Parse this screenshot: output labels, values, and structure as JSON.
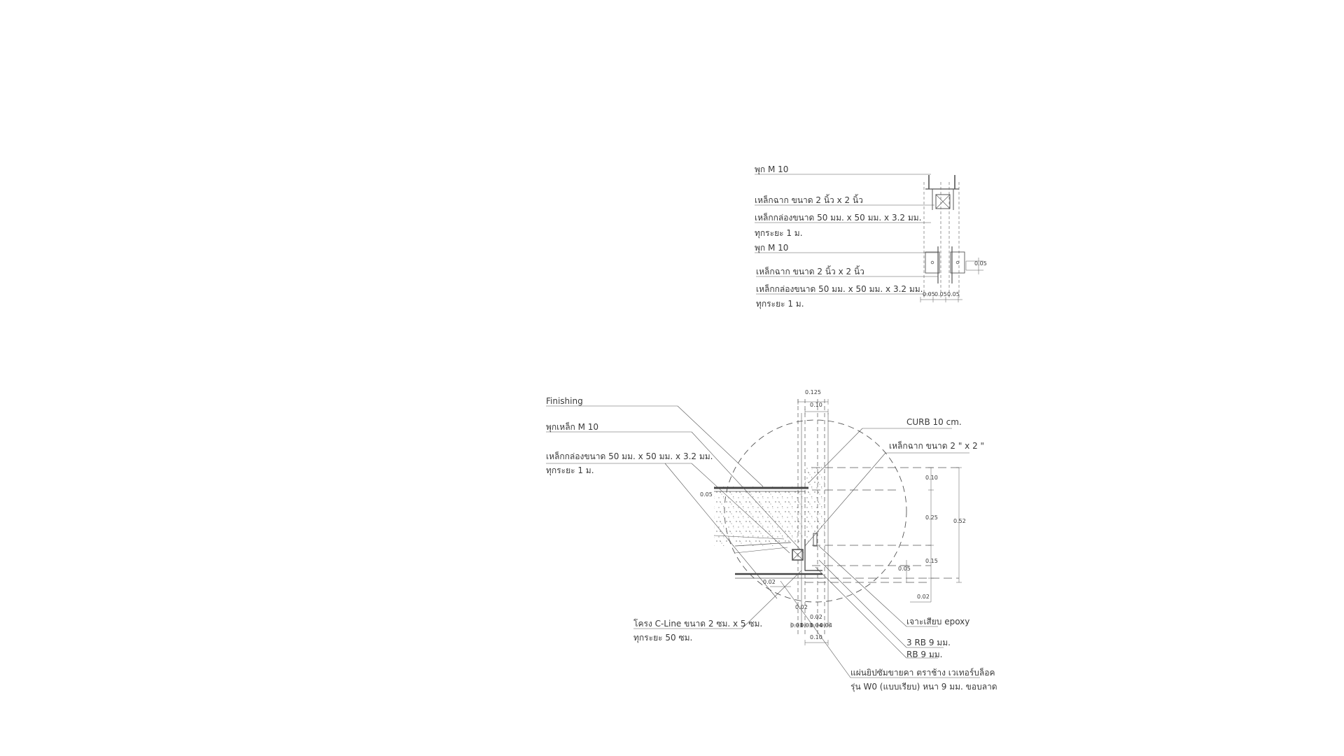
{
  "detail_top": {
    "labels": [
      "พุก M 10",
      "เหล็กฉาก ขนาด 2 นิ้ว x 2 นิ้ว",
      "เหล็กกล่องขนาด 50 มม. x 50 มม. x 3.2 มม.",
      "ทุกระยะ 1 ม.",
      "พุก M 10",
      "เหล็กฉาก ขนาด 2 นิ้ว x 2 นิ้ว",
      "เหล็กกล่องขนาด 50 มม. x 50 มม. x 3.2 มม.",
      "ทุกระยะ 1 ม."
    ],
    "dims": [
      "0.05",
      "0.05",
      "0.05",
      "0.05"
    ]
  },
  "detail_main": {
    "labels_left": [
      "Finishing",
      "พุกเหล็ก M 10",
      "เหล็กกล่องขนาด 50 มม. x 50 มม. x 3.2 มม.",
      "ทุกระยะ 1 ม.",
      "โครง C-Line ขนาด 2 ซม. x 5 ซม.",
      "ทุกระยะ 50 ซม."
    ],
    "labels_right": [
      "CURB 10 cm.",
      "เหล็กฉาก ขนาด 2 \" x 2 \"",
      "เจาะเสียบ epoxy",
      "3 RB 9 มม.",
      "RB 9 มม.",
      "แผ่นยิปซัมขายคา ตราช้าง เวเทอร์บล็อค",
      "รุ่น W0 (แบบเรียบ) หนา 9 มม. ขอบลาด"
    ],
    "dims": {
      "top_outer": "0.125",
      "top_inner": "0.10",
      "right_1": "0.10",
      "right_2": "0.25",
      "right_3": "0.15",
      "right_total": "0.52",
      "right_4": "0.05",
      "right_5": "0.02",
      "left_1": "0.05",
      "left_2": "0.02",
      "bottom_1": "0.02",
      "bottom_2": "0.02",
      "bottom_3": "0.03",
      "bottom_4": "0.03",
      "bottom_5": "0.04",
      "bottom_6": "0.04",
      "bottom_total": "0.10"
    }
  }
}
